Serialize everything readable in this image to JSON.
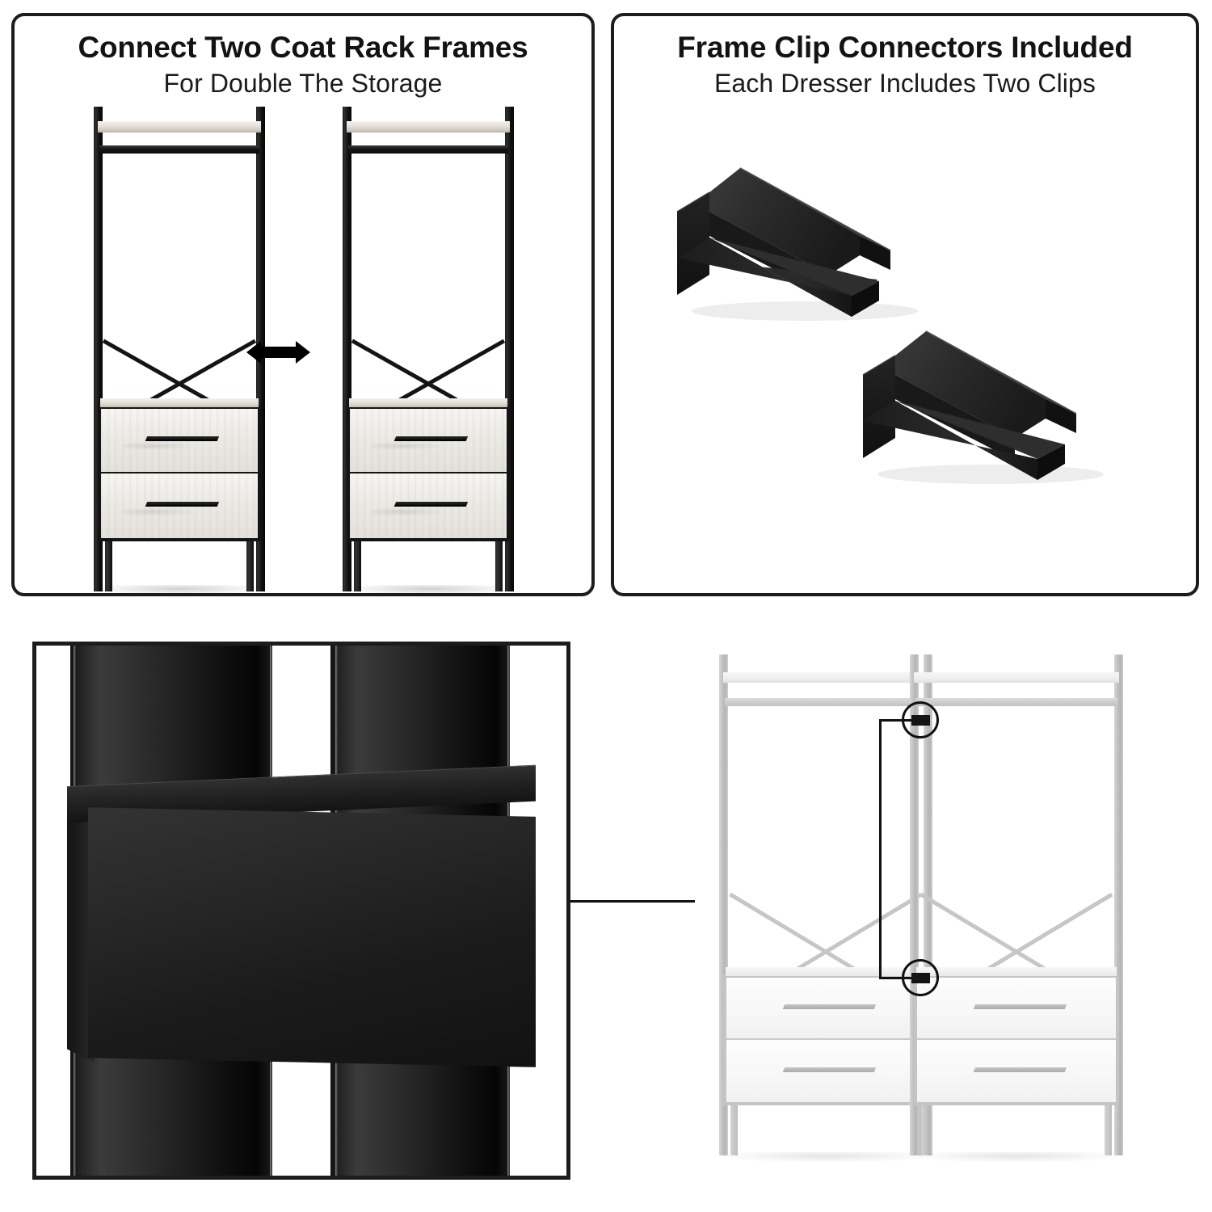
{
  "panels": {
    "connect": {
      "title": "Connect Two Coat Rack Frames",
      "subtitle": "For Double The Storage"
    },
    "clips": {
      "title": "Frame Clip Connectors Included",
      "subtitle": "Each Dresser Includes Two Clips"
    }
  },
  "colors": {
    "frame_black": "#141414",
    "wood_white": "#f1efe9",
    "panel_border": "#1c1c1c",
    "diagram_grey": "#c4c4c4",
    "background": "#ffffff"
  },
  "illustrations": {
    "rack_frame": {
      "name": "coat-rack-frame",
      "parts": [
        "top-shelf",
        "hanging-rod",
        "x-cross-brace",
        "drawer-upper",
        "drawer-lower",
        "legs"
      ],
      "drawer_count": 2
    },
    "connect_arrows": {
      "name": "connect-arrows",
      "left_arrow": "arrow-right",
      "right_arrow": "arrow-left",
      "meaning": "push frames together"
    },
    "clip_part": {
      "name": "frame-clip-connector",
      "quantity": 2,
      "finish": "matte black"
    },
    "photo_detail": {
      "name": "clip-installed-closeup",
      "description": "Frame clip wrapped around two adjoining vertical posts"
    },
    "diagram_detail": {
      "name": "clip-placement-diagram",
      "callout_count": 2,
      "callout_positions": [
        "upper-center-post",
        "lower-center-post"
      ]
    }
  }
}
